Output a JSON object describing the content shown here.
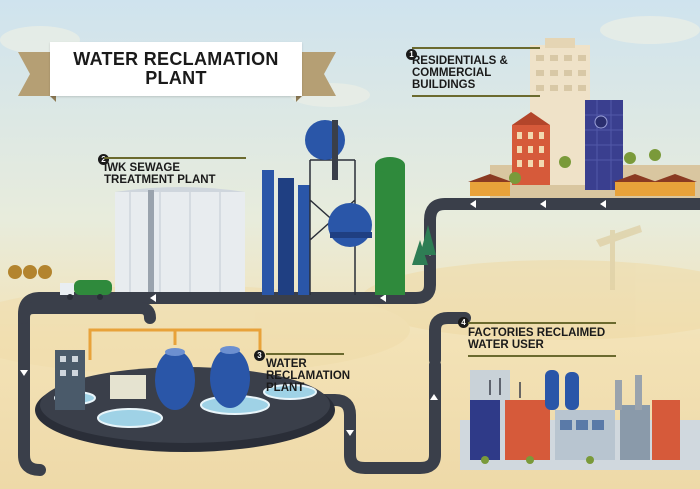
{
  "title": {
    "line1": "WATER RECLAMATION",
    "line2": "PLANT"
  },
  "stages": [
    {
      "number": "1",
      "line1": "RESIDENTIALS &",
      "line2": "COMMERCIAL",
      "line3": "BUILDINGS"
    },
    {
      "number": "2",
      "line1": "IWK SEWAGE",
      "line2": "TREATMENT PLANT"
    },
    {
      "number": "3",
      "line1": "WATER",
      "line2": "RECLAMATION",
      "line3": "PLANT"
    },
    {
      "number": "4",
      "line1": "FACTORIES RECLAIMED",
      "line2": "WATER USER"
    }
  ],
  "colors": {
    "pipe": "#3a3f4a",
    "pipe_arrow": "#ffffff",
    "ribbon": "#b59f74",
    "tank_blue": "#2a56a8",
    "tower_green": "#2f8a3c",
    "brick_red": "#d65a3a",
    "glass_purple": "#3a3f8f",
    "label_rule": "#6b6a2e"
  }
}
